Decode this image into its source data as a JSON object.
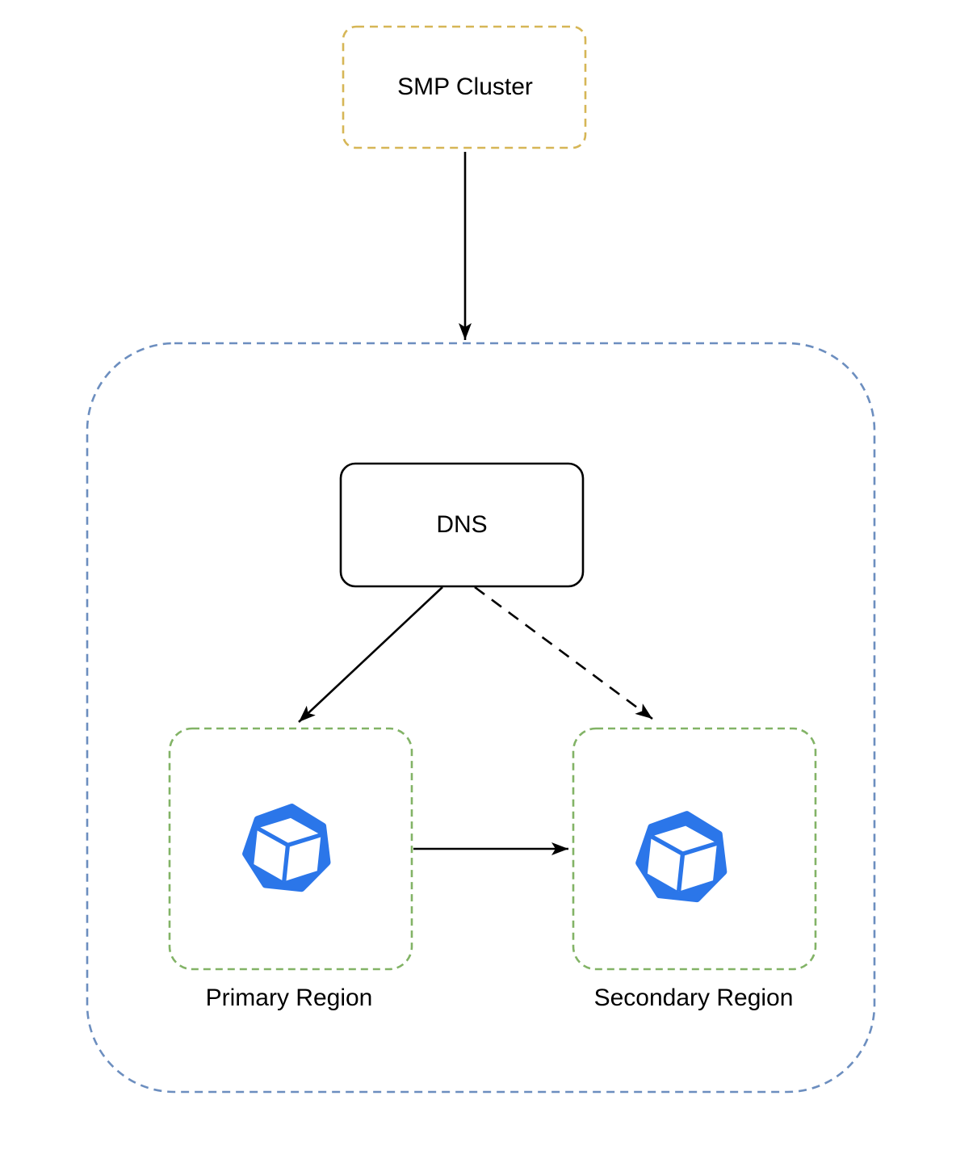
{
  "nodes": {
    "smp_cluster": {
      "label": "SMP Cluster",
      "border_color": "#D6B656",
      "border_style": "dashed"
    },
    "dns": {
      "label": "DNS",
      "border_color": "#000000",
      "border_style": "solid"
    },
    "region_container": {
      "label": "",
      "border_color": "#6C8EBF",
      "border_style": "dashed"
    },
    "primary_region": {
      "label": "Primary Region",
      "border_color": "#82B366",
      "border_style": "dashed",
      "icon": "blue-heptagon-cube-icon"
    },
    "secondary_region": {
      "label": "Secondary Region",
      "border_color": "#82B366",
      "border_style": "dashed",
      "icon": "blue-heptagon-cube-icon"
    }
  },
  "edges": [
    {
      "from": "smp_cluster",
      "to": "region_container",
      "style": "solid",
      "arrowhead": "filled"
    },
    {
      "from": "dns",
      "to": "primary_region",
      "style": "solid",
      "arrowhead": "filled"
    },
    {
      "from": "dns",
      "to": "secondary_region",
      "style": "dashed",
      "arrowhead": "filled"
    },
    {
      "from": "primary_region",
      "to": "secondary_region",
      "style": "solid",
      "arrowhead": "filled"
    }
  ],
  "colors": {
    "background": "#FFFFFF",
    "smp_border": "#D6B656",
    "container_border": "#6C8EBF",
    "region_border": "#82B366",
    "dns_border": "#000000",
    "arrow": "#000000",
    "icon_blue": "#2B76E9",
    "icon_glyph": "#FFFFFF",
    "text": "#000000"
  }
}
